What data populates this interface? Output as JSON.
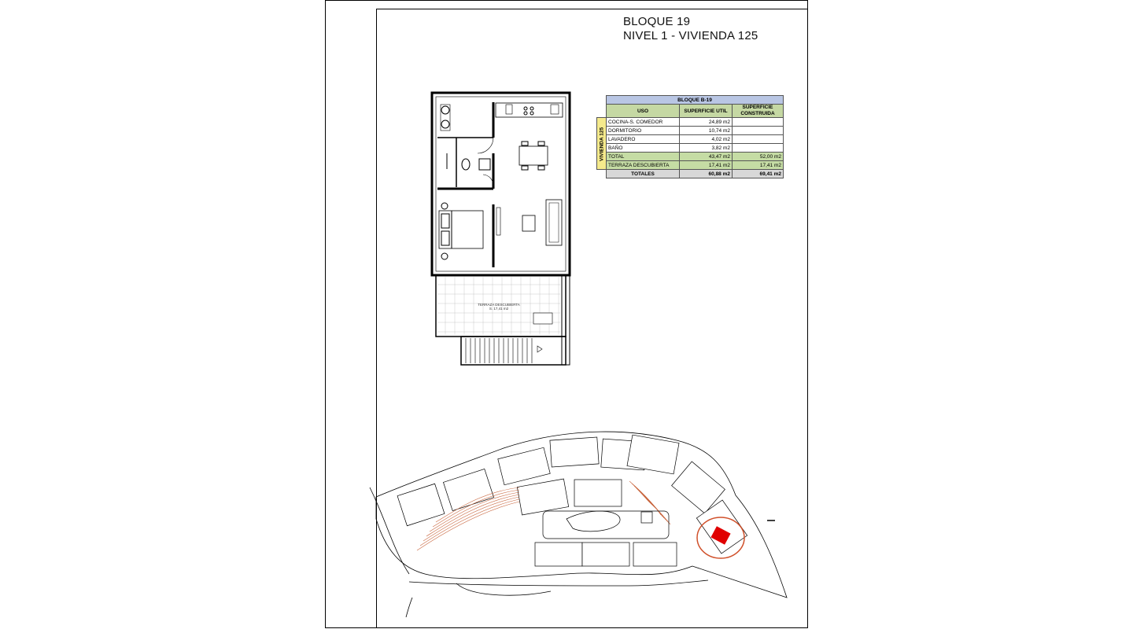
{
  "title": {
    "line1": "BLOQUE 19",
    "line2": "NIVEL 1 - VIVIENDA 125"
  },
  "table": {
    "block_header": "BLOQUE B-19",
    "col_uso": "USO",
    "col_util": "SUPERFICIE UTIL",
    "col_construida": "SUPERFICIE CONSTRUIDA",
    "unit_label": "VIVIENDA 125",
    "rows": [
      {
        "uso": "COCINA-S. COMEDOR",
        "util": "24,89 m2",
        "construida": ""
      },
      {
        "uso": "DORMITORIO",
        "util": "10,74 m2",
        "construida": ""
      },
      {
        "uso": "LAVADERO",
        "util": "4,02 m2",
        "construida": ""
      },
      {
        "uso": "BAÑO",
        "util": "3,82 m2",
        "construida": ""
      },
      {
        "uso": "TOTAL",
        "util": "43,47 m2",
        "construida": "52,00 m2"
      },
      {
        "uso": "TERRAZA DESCUBIERTA",
        "util": "17,41 m2",
        "construida": "17,41 m2"
      }
    ],
    "totals_label": "TOTALES",
    "totals_util": "60,88 m2",
    "totals_construida": "69,41 m2"
  },
  "plan_labels": {
    "terrace": "TERRAZA DESCUBIERTA",
    "terrace_area": "S. 17,41 m2"
  },
  "site_labels": {
    "highlight_color": "#e00000",
    "circle_color": "#d0502a"
  }
}
